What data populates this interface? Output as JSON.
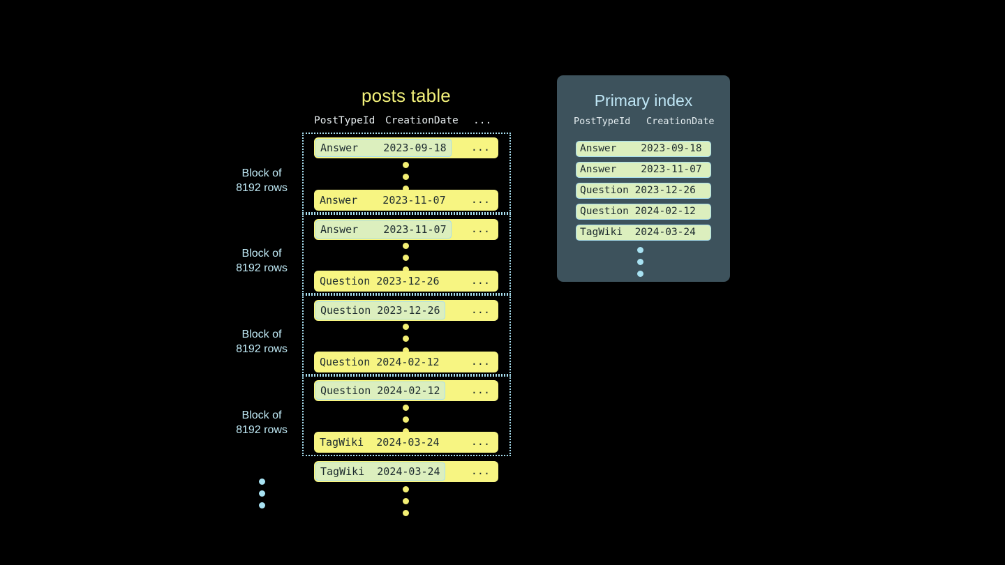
{
  "posts_table": {
    "title": "posts table",
    "columns": [
      "PostTypeId",
      "CreationDate",
      "..."
    ],
    "ellipsis_cell": "...",
    "block_label_line1": "Block of",
    "block_label_line2": "8192 rows",
    "blocks": [
      {
        "label_line1": "Block of",
        "label_line2": "8192 rows",
        "first_row": {
          "post_type_id": "Answer",
          "creation_date": "2023-09-18",
          "text": "Answer    2023-09-18",
          "highlighted": true
        },
        "last_row": {
          "post_type_id": "Answer",
          "creation_date": "2023-11-07",
          "text": "Answer    2023-11-07",
          "highlighted": false
        }
      },
      {
        "label_line1": "Block of",
        "label_line2": "8192 rows",
        "first_row": {
          "post_type_id": "Answer",
          "creation_date": "2023-11-07",
          "text": "Answer    2023-11-07",
          "highlighted": true
        },
        "last_row": {
          "post_type_id": "Question",
          "creation_date": "2023-12-26",
          "text": "Question 2023-12-26",
          "highlighted": false
        }
      },
      {
        "label_line1": "Block of",
        "label_line2": "8192 rows",
        "first_row": {
          "post_type_id": "Question",
          "creation_date": "2023-12-26",
          "text": "Question 2023-12-26",
          "highlighted": true
        },
        "last_row": {
          "post_type_id": "Question",
          "creation_date": "2024-02-12",
          "text": "Question 2024-02-12",
          "highlighted": false
        }
      },
      {
        "label_line1": "Block of",
        "label_line2": "8192 rows",
        "first_row": {
          "post_type_id": "Question",
          "creation_date": "2024-02-12",
          "text": "Question 2024-02-12",
          "highlighted": true
        },
        "last_row": {
          "post_type_id": "TagWiki",
          "creation_date": "2024-03-24",
          "text": "TagWiki  2024-03-24",
          "highlighted": false
        }
      }
    ],
    "trailing_row": {
      "post_type_id": "TagWiki",
      "creation_date": "2024-03-24",
      "text": "TagWiki  2024-03-24",
      "highlighted": true
    }
  },
  "primary_index": {
    "title": "Primary index",
    "columns": [
      "PostTypeId",
      "CreationDate"
    ],
    "rows": [
      {
        "post_type_id": "Answer",
        "creation_date": "2023-09-18",
        "text": "Answer    2023-09-18"
      },
      {
        "post_type_id": "Answer",
        "creation_date": "2023-11-07",
        "text": "Answer    2023-11-07"
      },
      {
        "post_type_id": "Question",
        "creation_date": "2023-12-26",
        "text": "Question 2023-12-26"
      },
      {
        "post_type_id": "Question",
        "creation_date": "2024-02-12",
        "text": "Question 2024-02-12"
      },
      {
        "post_type_id": "TagWiki",
        "creation_date": "2024-03-24",
        "text": "TagWiki  2024-03-24"
      }
    ]
  },
  "colors": {
    "background": "#000000",
    "row_yellow": "#f7f582",
    "highlight_green": "#dcefbe",
    "accent_blue": "#a8dff0",
    "panel_slate": "#3d525c",
    "title_yellow": "#f2f07a",
    "title_blue": "#bfe6f5",
    "dot_yellow": "#f3ef74",
    "dot_blue": "#a8e2f2",
    "mono_text": "#1c2a2e"
  }
}
